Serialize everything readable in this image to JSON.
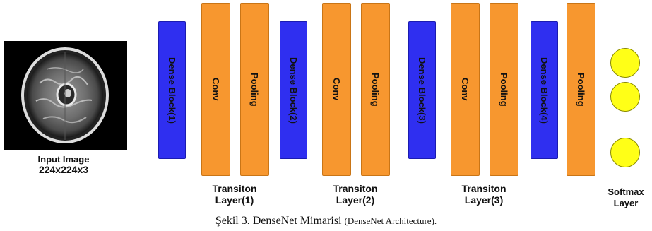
{
  "input": {
    "label_line1": "Input Image",
    "label_line2": "224x224x3"
  },
  "blocks": [
    {
      "label": "Dense Block(1)",
      "kind": "dense"
    },
    {
      "label": "Conv",
      "kind": "conv"
    },
    {
      "label": "Pooling",
      "kind": "pool"
    },
    {
      "label": "Dense Block(2)",
      "kind": "dense"
    },
    {
      "label": "Conv",
      "kind": "conv"
    },
    {
      "label": "Pooling",
      "kind": "pool"
    },
    {
      "label": "Dense Block(3)",
      "kind": "dense"
    },
    {
      "label": "Conv",
      "kind": "conv"
    },
    {
      "label": "Pooling",
      "kind": "pool"
    },
    {
      "label": "Dense Block(4)",
      "kind": "dense"
    },
    {
      "label": "Pooling",
      "kind": "pool"
    }
  ],
  "transitions": [
    {
      "line1": "Transiton",
      "line2": "Layer(1)"
    },
    {
      "line1": "Transiton",
      "line2": "Layer(2)"
    },
    {
      "line1": "Transiton",
      "line2": "Layer(3)"
    }
  ],
  "softmax": {
    "line1": "Softmax",
    "line2": "Layer",
    "node_count": 3
  },
  "colors": {
    "dense_block": "#2f2ff0",
    "conv_pool": "#f7972f",
    "softmax_node": "#ffff17"
  },
  "caption": {
    "main": "Şekil 3. DenseNet Mimarisi",
    "english": "(DenseNet Architecture)."
  }
}
